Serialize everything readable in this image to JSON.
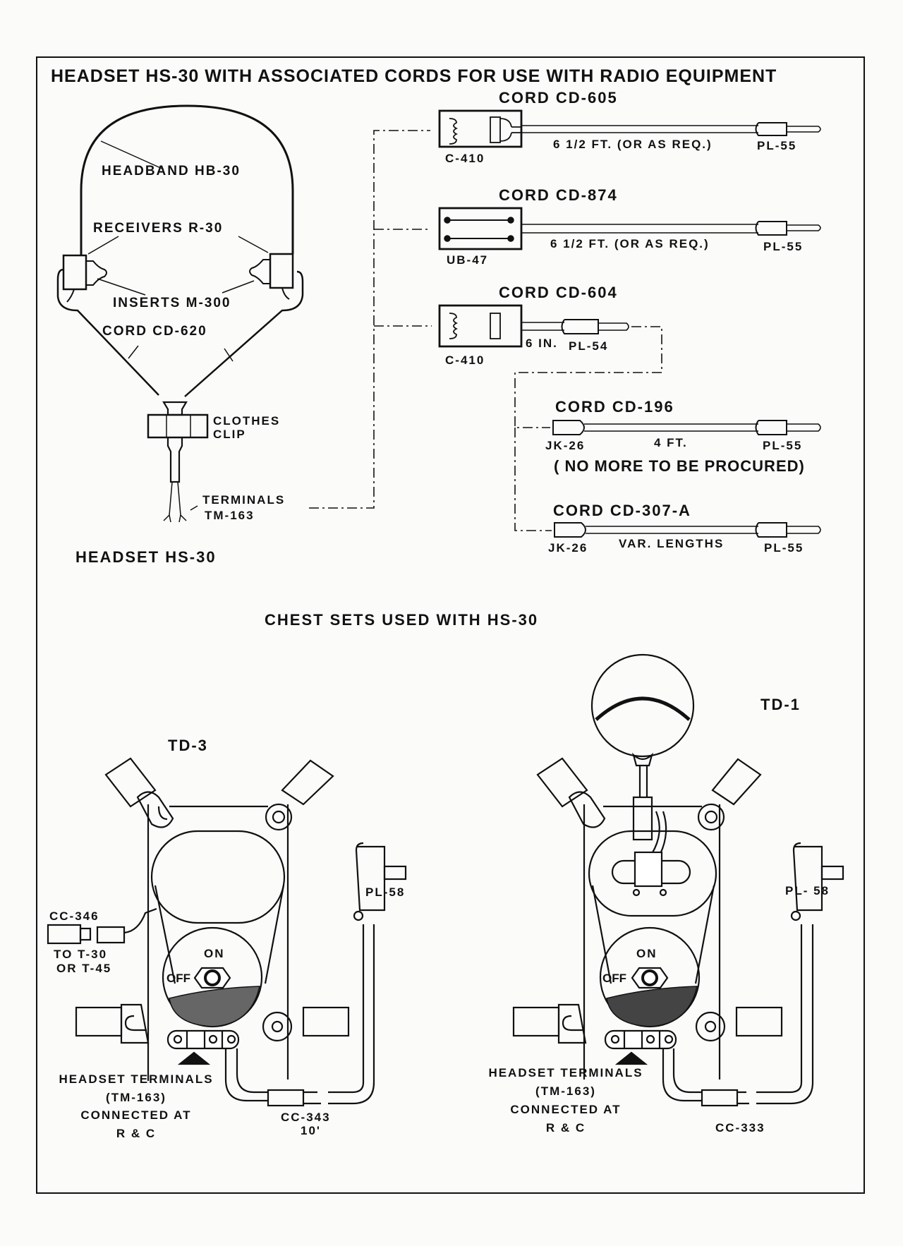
{
  "title": "HEADSET HS-30 WITH ASSOCIATED CORDS FOR USE WITH RADIO EQUIPMENT",
  "headset": {
    "name": "HEADSET HS-30",
    "headband": "HEADBAND HB-30",
    "receivers": "RECEIVERS R-30",
    "inserts": "INSERTS M-300",
    "cord": "CORD  CD-620",
    "clip_line1": "CLOTHES",
    "clip_line2": "CLIP",
    "terminals_line1": "TERMINALS",
    "terminals_line2": "TM-163"
  },
  "cords": [
    {
      "name": "CORD CD-605",
      "left_part": "C-410",
      "length": "6 1/2 FT. (OR AS REQ.)",
      "right_part": "PL-55"
    },
    {
      "name": "CORD CD-874",
      "left_part": "UB-47",
      "length": "6 1/2 FT. (OR AS REQ.)",
      "right_part": "PL-55"
    },
    {
      "name": "CORD CD-604",
      "left_part": "C-410",
      "length": "6 IN.",
      "right_part": "PL-54"
    },
    {
      "name": "CORD CD-196",
      "left_part": "JK-26",
      "length": "4 FT.",
      "right_part": "PL-55",
      "note": "( NO MORE TO BE PROCURED)"
    },
    {
      "name": "CORD CD-307-A",
      "left_part": "JK-26",
      "length": "VAR. LENGTHS",
      "right_part": "PL-55"
    }
  ],
  "chest_sets": {
    "heading": "CHEST SETS  USED WITH HS-30",
    "td3": {
      "name": "TD-3",
      "cc346": "CC-346",
      "to_line1": "TO T-30",
      "to_line2": "OR T-45",
      "plug": "PL-58",
      "on": "ON",
      "off": "OFF",
      "term_line1": "HEADSET TERMINALS",
      "term_line2": "(TM-163)",
      "term_line3": "CONNECTED AT",
      "term_line4": "R & C",
      "cord": "CC-343",
      "cord_len": "10'"
    },
    "td1": {
      "name": "TD-1",
      "plug": "PL- 58",
      "on": "ON",
      "off": "OFF",
      "term_line1": "HEADSET TERMINALS",
      "term_line2": "(TM-163)",
      "term_line3": "CONNECTED AT",
      "term_line4": "R & C",
      "cord": "CC-333"
    }
  }
}
